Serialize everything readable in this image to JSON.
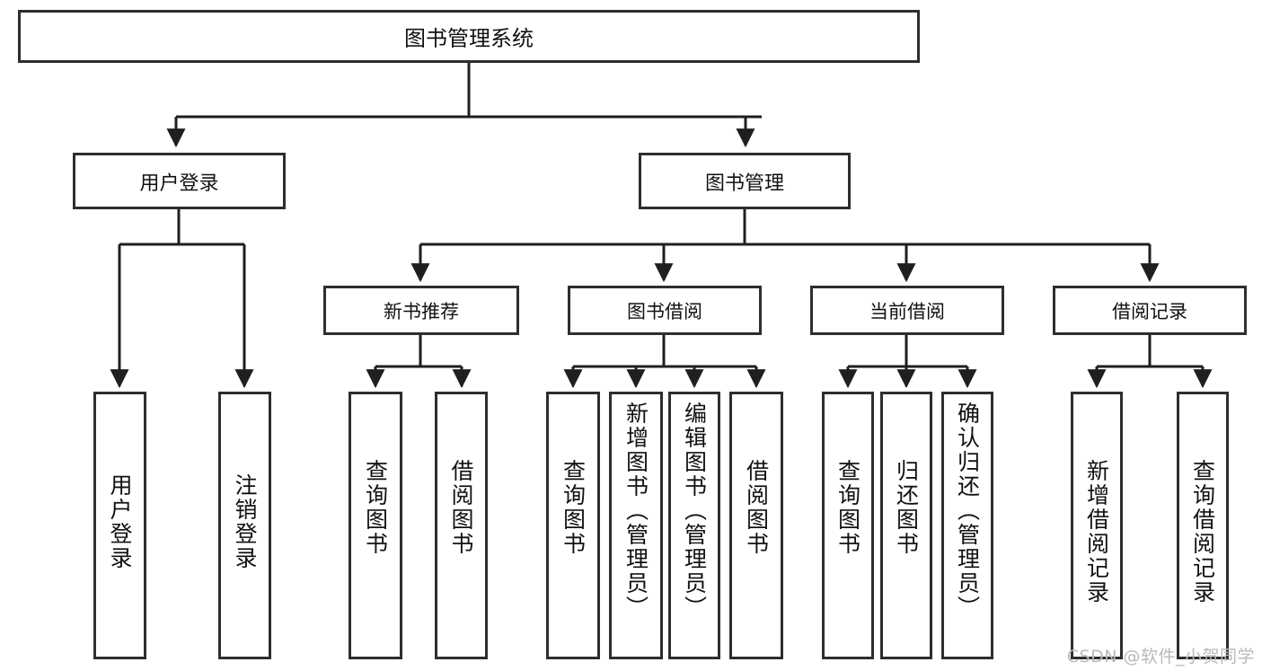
{
  "diagram": {
    "type": "tree-hierarchy-diagram",
    "title": "图书管理系统",
    "watermark": "CSDN @软件_小贺同学",
    "colors": {
      "box_border": "#2e2e2e",
      "box_fill": "#ffffff",
      "connector": "#1f1f1f",
      "text": "#111111",
      "watermark": "#b9b9b9",
      "background": "#ffffff"
    },
    "root": {
      "label": "图书管理系统"
    },
    "level1": [
      {
        "label": "用户登录"
      },
      {
        "label": "图书管理"
      }
    ],
    "level2": [
      {
        "label": "新书推荐",
        "parent": "图书管理"
      },
      {
        "label": "图书借阅",
        "parent": "图书管理"
      },
      {
        "label": "当前借阅",
        "parent": "图书管理"
      },
      {
        "label": "借阅记录",
        "parent": "图书管理"
      }
    ],
    "leaves": {
      "用户登录": [
        {
          "label": "用户登录"
        },
        {
          "label": "注销登录"
        }
      ],
      "新书推荐": [
        {
          "label": "查询图书"
        },
        {
          "label": "借阅图书"
        }
      ],
      "图书借阅": [
        {
          "label": "查询图书"
        },
        {
          "label": "新增图书（管理员）"
        },
        {
          "label": "编辑图书（管理员）"
        },
        {
          "label": "借阅图书"
        }
      ],
      "当前借阅": [
        {
          "label": "查询图书"
        },
        {
          "label": "归还图书"
        },
        {
          "label": "确认归还（管理员）"
        }
      ],
      "借阅记录": [
        {
          "label": "新增借阅记录"
        },
        {
          "label": "查询借阅记录"
        }
      ]
    }
  }
}
